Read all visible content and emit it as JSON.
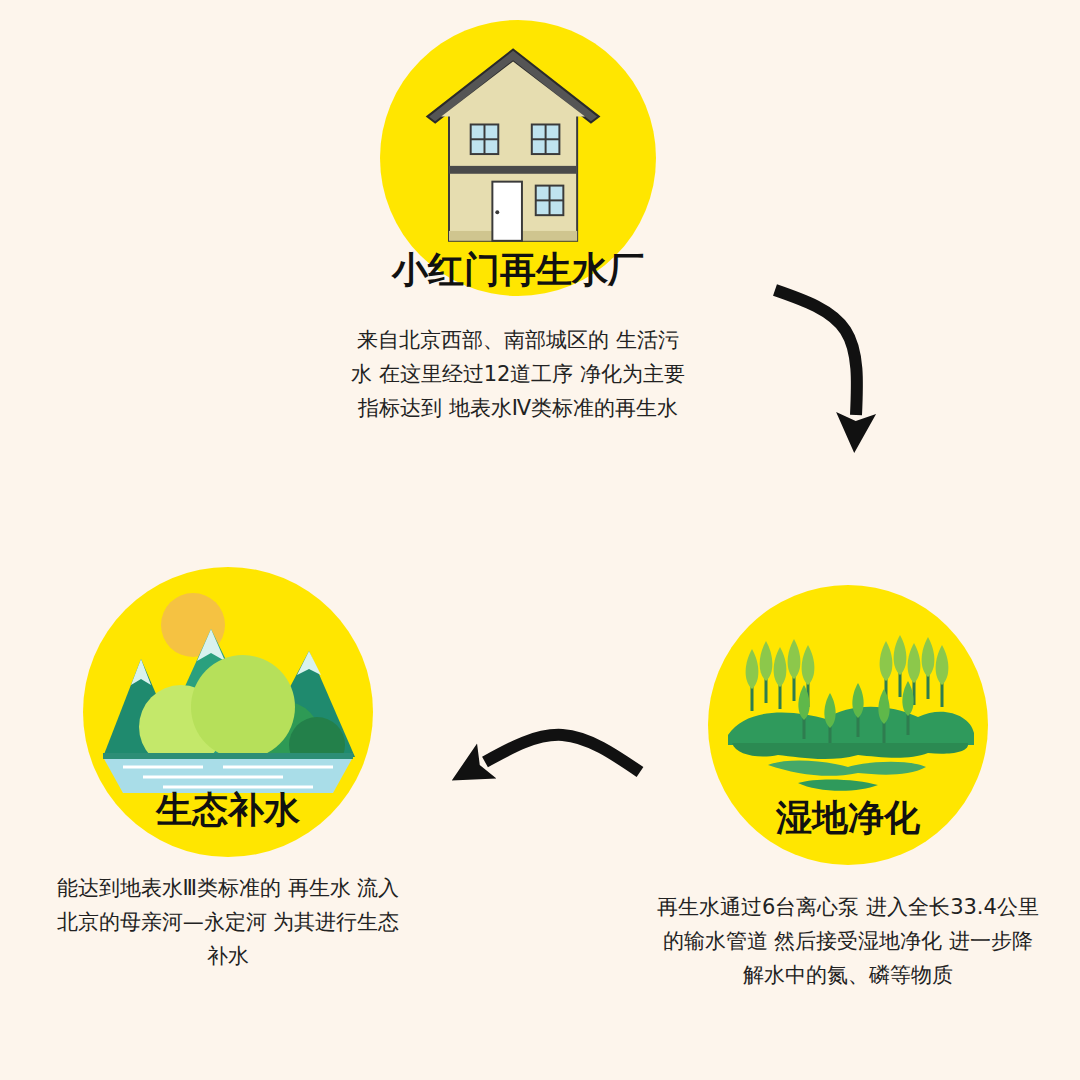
{
  "diagram": {
    "nodes": [
      {
        "text": [
          "小红门再生水厂",
          "来自北京西部、南部城区的 生活污水 在这里经过12道工序 净化为主要指标达到 地表水Ⅳ类标准的再生水"
        ]
      },
      {
        "text": [
          "湿地净化",
          "再生水通过6台离心泵 进入全长33.4公里的输水管道 然后接受湿地净化 进一步降解水中的氮、磷等物质"
        ]
      },
      {
        "text": [
          "生态补水",
          "能达到地表水Ⅲ类标准的 再生水 流入北京的母亲河—永定河 为其进行生态补水"
        ]
      }
    ],
    "edges": [
      {
        "from": 0,
        "to": 1,
        "arrow": "to"
      },
      {
        "from": 1,
        "to": 2,
        "arrow": "to"
      }
    ]
  }
}
